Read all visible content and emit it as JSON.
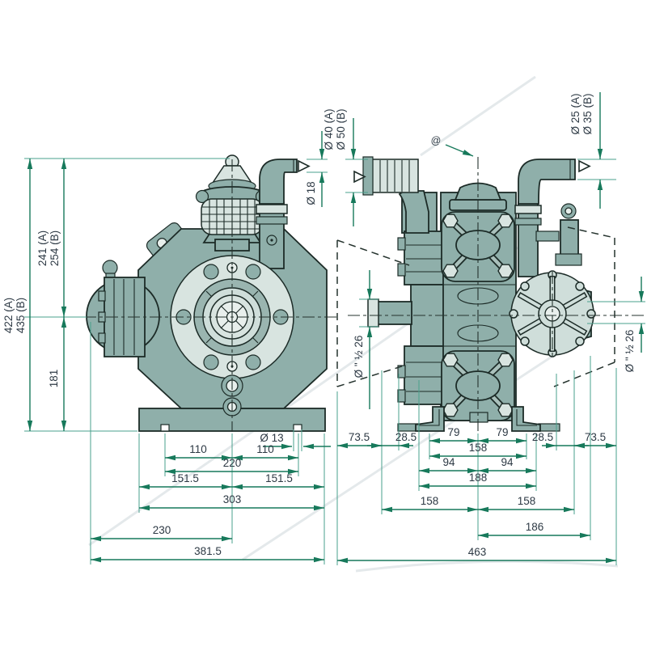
{
  "drawing": {
    "type": "pump technical dimension drawing, two orthographic views",
    "colors": {
      "body_fill": "#8fafaa",
      "body_light": "#d8e4e0",
      "outline": "#1c2b27",
      "dimension_line": "#17795b",
      "extension_line": "#4aa08c",
      "label_text": "#2d3944",
      "background": "#ffffff"
    },
    "front_view": {
      "heights": {
        "overall_a": "422 (A)",
        "overall_b": "435 (B)",
        "upper_a": "241 (A)",
        "upper_b": "254 (B)",
        "lower": "181"
      },
      "diameters": {
        "mount_hole": "Ø 13",
        "outlet": "Ø 18",
        "suction_a": "Ø 40 (A)",
        "suction_b": "Ø 50 (B)"
      },
      "widths": {
        "w110_left": "110",
        "w110_right": "110",
        "w220": "220",
        "w151_left": "151.5",
        "w151_right": "151.5",
        "w303": "303",
        "w230": "230",
        "w381": "381.5"
      }
    },
    "side_view": {
      "diameters": {
        "port_a": "Ø 25 (A)",
        "port_b": "Ø 35 (B)",
        "drain_left": "Ø \" ½ 26",
        "drain_right": "Ø \" ½ 26"
      },
      "callout": "@",
      "widths": {
        "w73_left": "73.5",
        "w28_left": "28.5",
        "w79_left": "79",
        "w79_right": "79",
        "w28_right": "28.5",
        "w73_right": "73.5",
        "w158_top": "158",
        "w94_left": "94",
        "w94_right": "94",
        "w188": "188",
        "w158_left": "158",
        "w158_right": "158",
        "w186": "186",
        "w463": "463"
      }
    }
  }
}
